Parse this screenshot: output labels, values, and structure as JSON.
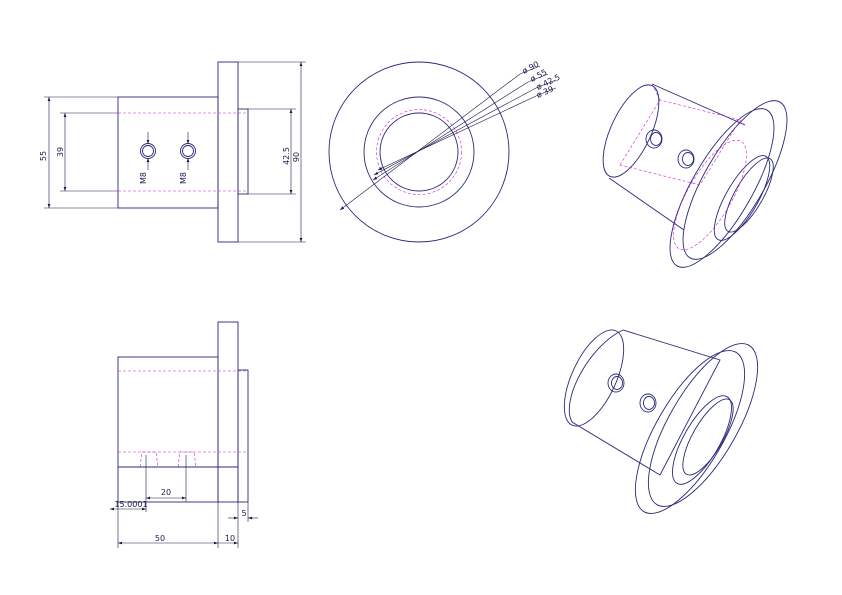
{
  "colors": {
    "outline": "#2a2a7a",
    "dimension": "#1a1a4a",
    "hidden_line": "#d020d0",
    "background": "#ffffff"
  },
  "front_view": {
    "dim_outer_height": "55",
    "dim_bore": "39",
    "dim_spigot": "42.5",
    "dim_flange": "90",
    "thread_1": "M8",
    "thread_2": "M8"
  },
  "end_view": {
    "dia_1": "ø 90",
    "dia_2": "ø 55",
    "dia_3": "ø 42.5",
    "dia_4": "ø 39"
  },
  "section_view": {
    "dim_hole_offset": "15.0001",
    "dim_hole_spacing": "20",
    "dim_body_length": "50",
    "dim_flange_thickness": "10",
    "dim_spigot_length": "5"
  }
}
